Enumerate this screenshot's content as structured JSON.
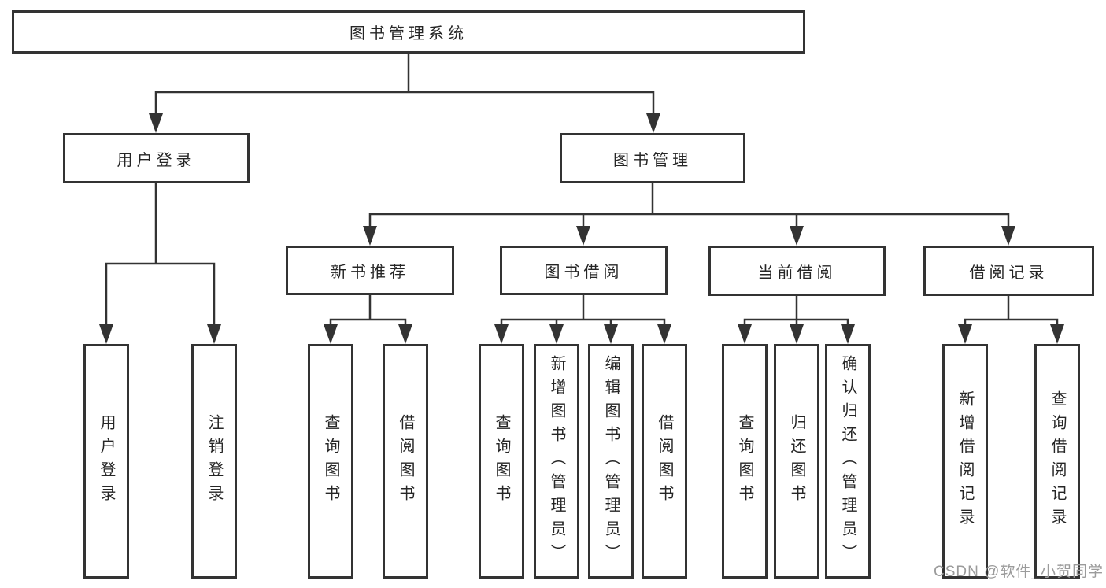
{
  "diagram_type": "functional-structure-tree",
  "tree": {
    "root": {
      "label": "图书管理系统",
      "children": [
        {
          "label": "用户登录",
          "children": [
            {
              "label": "用户登录"
            },
            {
              "label": "注销登录"
            }
          ]
        },
        {
          "label": "图书管理",
          "children": [
            {
              "label": "新书推荐",
              "children": [
                {
                  "label": "查询图书"
                },
                {
                  "label": "借阅图书"
                }
              ]
            },
            {
              "label": "图书借阅",
              "children": [
                {
                  "label": "查询图书"
                },
                {
                  "label": "新增图书（管理员）"
                },
                {
                  "label": "编辑图书（管理员）"
                },
                {
                  "label": "借阅图书"
                }
              ]
            },
            {
              "label": "当前借阅",
              "children": [
                {
                  "label": "查询图书"
                },
                {
                  "label": "归还图书"
                },
                {
                  "label": "确认归还（管理员）"
                }
              ]
            },
            {
              "label": "借阅记录",
              "children": [
                {
                  "label": "新增借阅记录"
                },
                {
                  "label": "查询借阅记录"
                }
              ]
            }
          ]
        }
      ]
    }
  },
  "watermark": {
    "text": "CSDN @软件_小贺同学"
  },
  "colors": {
    "line": "#333333",
    "box_border": "#333333",
    "text": "#262626",
    "watermark": "#9b9b9b",
    "background": "#ffffff"
  }
}
